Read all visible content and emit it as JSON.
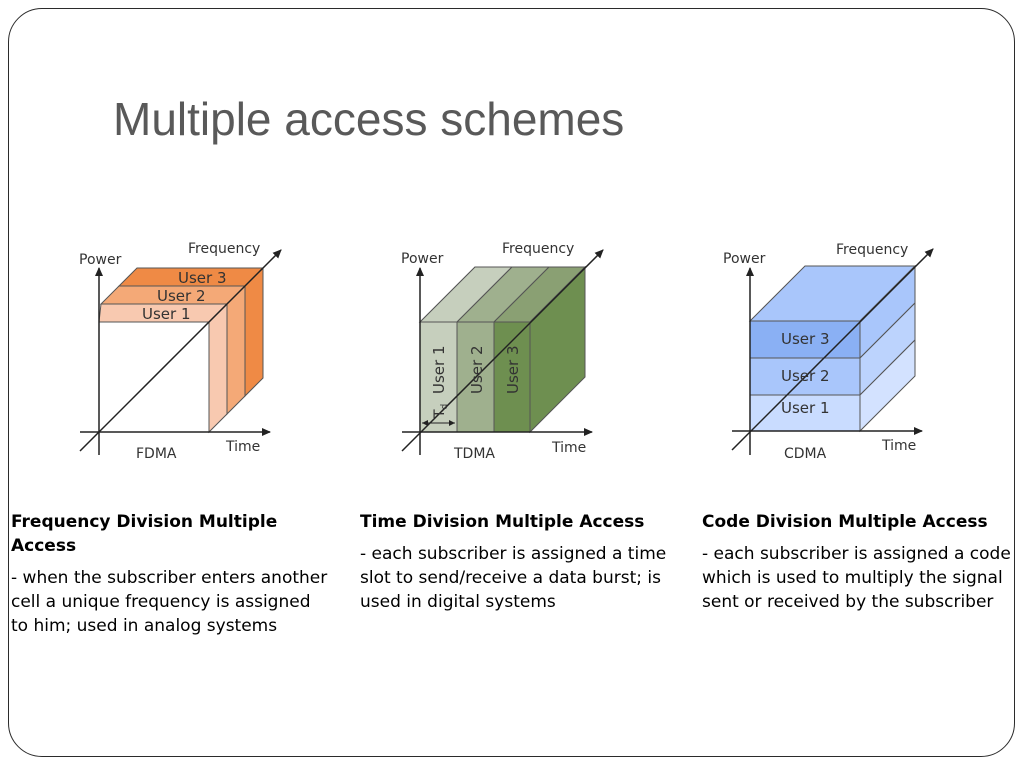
{
  "slide": {
    "title": "Multiple access schemes"
  },
  "diagrams": {
    "fdma": {
      "power": "Power",
      "frequency": "Frequency",
      "time": "Time",
      "caption": "FDMA",
      "users": [
        "User 1",
        "User 2",
        "User 3"
      ]
    },
    "tdma": {
      "power": "Power",
      "frequency": "Frequency",
      "time": "Time",
      "caption": "TDMA",
      "users": [
        "User 1",
        "User 2",
        "User 3"
      ],
      "slot_label": "T",
      "slot_sub": "d"
    },
    "cdma": {
      "power": "Power",
      "frequency": "Frequency",
      "time": "Time",
      "caption": "CDMA",
      "users": [
        "User 1",
        "User 2",
        "User 3"
      ]
    }
  },
  "colors": {
    "fdma_u1": "#f8c9b0",
    "fdma_u2": "#f4a977",
    "fdma_u3": "#ef8a45",
    "tdma_u1": "#c6cfbd",
    "tdma_u2": "#9fb08e",
    "tdma_u3": "#6e8f50",
    "cdma_light": "#c9dcff",
    "cdma_mid": "#a9c6fb",
    "cdma_dark": "#8ab0f4"
  },
  "columns": [
    {
      "heading": "Frequency Division Multiple Access",
      "body": "- when the subscriber enters another cell a unique frequency is assigned to him; used in analog systems"
    },
    {
      "heading": "Time Division Multiple Access",
      "body": "- each subscriber is assigned a time slot to send/receive a data burst; is used in digital systems"
    },
    {
      "heading": "Code Division Multiple Access",
      "body": "- each subscriber is assigned a code which is used to multiply the signal sent or received by the subscriber"
    }
  ]
}
